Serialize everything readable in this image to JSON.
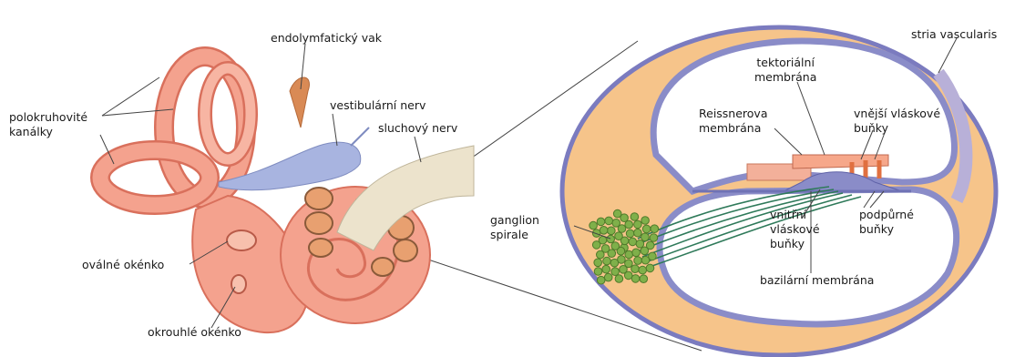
{
  "labels": {
    "endolymph_sac": "endolymfatický vak",
    "vestibular_nerve": "vestibulární nerv",
    "auditory_nerve": "sluchový nerv",
    "semicircular_1": "polokruhovité",
    "semicircular_2": "kanálky",
    "oval_window": "oválné okénko",
    "round_window": "okrouhlé okénko",
    "stria": "stria vascularis",
    "tectorial_1": "tektoriální",
    "tectorial_2": "membrána",
    "reissner_1": "Reissnerova",
    "reissner_2": "membrána",
    "outer_hair_1": "vnější vláskové",
    "outer_hair_2": "buňky",
    "ganglion_1": "ganglion",
    "ganglion_2": "spirale",
    "inner_hair_1": "vnitřní",
    "inner_hair_2": "vláskové",
    "inner_hair_3": "buňky",
    "support_1": "podpůrné",
    "support_2": "buňky",
    "basilar": "bazilární membrána"
  },
  "colors": {
    "labyrinth": "#f4a28e",
    "labyrinth_dark": "#d9705c",
    "nerve": "#a8b4e0",
    "cochlea_outer": "#f6c48a",
    "membrane_purple": "#8a8cc8",
    "ganglion": "#7fb04a",
    "fiber": "#2f7a5a"
  }
}
